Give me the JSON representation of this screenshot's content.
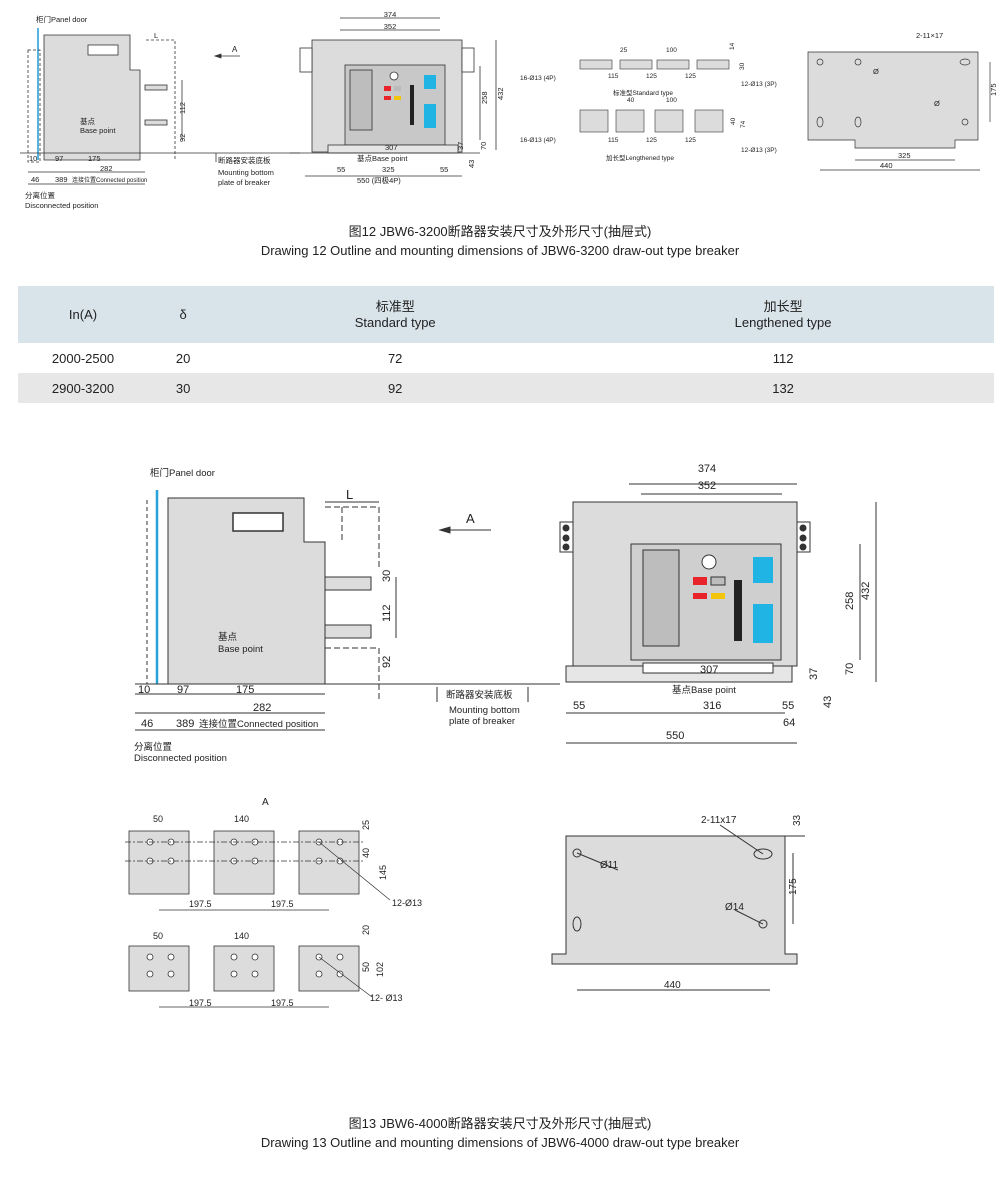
{
  "fig12": {
    "side": {
      "panel_door": "柜门Panel door",
      "L": "L",
      "base_zh": "基点",
      "base_en": "Base point",
      "d10": "10",
      "d97": "97",
      "d175": "175",
      "d282": "282",
      "d46": "46",
      "d389": "389",
      "conn": "连接位置Connected position",
      "d112": "112",
      "d92": "92",
      "disc_zh": "分离位置",
      "disc_en": "Disconnected position"
    },
    "arrow_a": "A",
    "mount_zh": "断路器安装底板",
    "mount_en1": "Mounting bottom",
    "mount_en2": "plate of breaker",
    "front": {
      "d374": "374",
      "d352": "352",
      "d258": "258",
      "d432": "432",
      "d307": "307",
      "d37": "37",
      "d70": "70",
      "d43": "43",
      "base": "基点Base point",
      "d55": "55",
      "d325": "325",
      "d55b": "55",
      "d550": "550 (四极4P)"
    },
    "terminals": {
      "d25": "25",
      "d100": "100",
      "d14": "14",
      "d30": "30",
      "h16": "16-Ø13 (4P)",
      "d115": "115",
      "d125a": "125",
      "d125b": "125",
      "h12": "12-Ø13 (3P)",
      "std": "标准型Standard type",
      "d40": "40",
      "d100b": "100",
      "d40b": "40",
      "d74": "74",
      "h16b": "16-Ø13 (4P)",
      "d115b": "115",
      "d125c": "125",
      "d125d": "125",
      "h12b": "12-Ø13 (3P)",
      "len": "加长型Lengthened type"
    },
    "plate": {
      "slot": "2-11×17",
      "d175": "175",
      "dia1": "Ø",
      "dia2": "Ø",
      "d325": "325",
      "d440": "440"
    }
  },
  "caption12_zh": "图12  JBW6-3200断路器安装尺寸及外形尺寸(抽屉式)",
  "caption12_en": "Drawing 12 Outline and mounting dimensions of JBW6-3200 draw-out type breaker",
  "table": {
    "headers": [
      {
        "zh": "",
        "en": "In(A)"
      },
      {
        "zh": "",
        "en": "δ"
      },
      {
        "zh": "标准型",
        "en": "Standard type"
      },
      {
        "zh": "加长型",
        "en": "Lengthened type"
      }
    ],
    "rows": [
      [
        "2000-2500",
        "20",
        "72",
        "112"
      ],
      [
        "2900-3200",
        "30",
        "92",
        "132"
      ]
    ]
  },
  "fig13": {
    "side": {
      "panel_door": "柜门Panel door",
      "L": "L",
      "base_zh": "基点",
      "base_en": "Base point",
      "d10": "10",
      "d97": "97",
      "d175": "175",
      "d282": "282",
      "d46": "46",
      "d389": "389",
      "conn": "连接位置Connected position",
      "d30": "30",
      "d112": "112",
      "d92": "92",
      "disc_zh": "分离位置",
      "disc_en": "Disconnected position"
    },
    "arrow_a": "A",
    "mount_zh": "断路器安装底板",
    "mount_en1": "Mounting bottom",
    "mount_en2": "plate of breaker",
    "front": {
      "d374": "374",
      "d352": "352",
      "d258": "258",
      "d432": "432",
      "d307": "307",
      "d37": "37",
      "d70": "70",
      "d43": "43",
      "base": "基点Base point",
      "d55": "55",
      "d316": "316",
      "d55b": "55",
      "d64": "64",
      "d550": "550"
    },
    "terminals": {
      "view_a": "A",
      "d50": "50",
      "d140": "140",
      "d25": "25",
      "d40": "40",
      "d145": "145",
      "d1975a": "197.5",
      "d1975b": "197.5",
      "h12": "12-Ø13",
      "d50b": "50",
      "d140b": "140",
      "d20": "20",
      "d50c": "50",
      "d102": "102",
      "d1975c": "197.5",
      "d1975d": "197.5",
      "h12b": "12- Ø13"
    },
    "plate": {
      "slot": "2-11x17",
      "d33": "33",
      "dia11": "Ø11",
      "dia14": "Ø14",
      "d175": "175",
      "d440": "440"
    }
  },
  "caption13_zh": "图13  JBW6-4000断路器安装尺寸及外形尺寸(抽屉式)",
  "caption13_en": "Drawing 13 Outline and mounting dimensions of JBW6-4000 draw-out type breaker",
  "colors": {
    "body": "#dcdcdc",
    "panel": "#bdbdbd",
    "cyan": "#1fb4e4",
    "red": "#e8232a",
    "yellow": "#f2c40c",
    "door": "#29a3d8",
    "header": "#d9e4ea",
    "alt_row": "#e7e7e7"
  }
}
